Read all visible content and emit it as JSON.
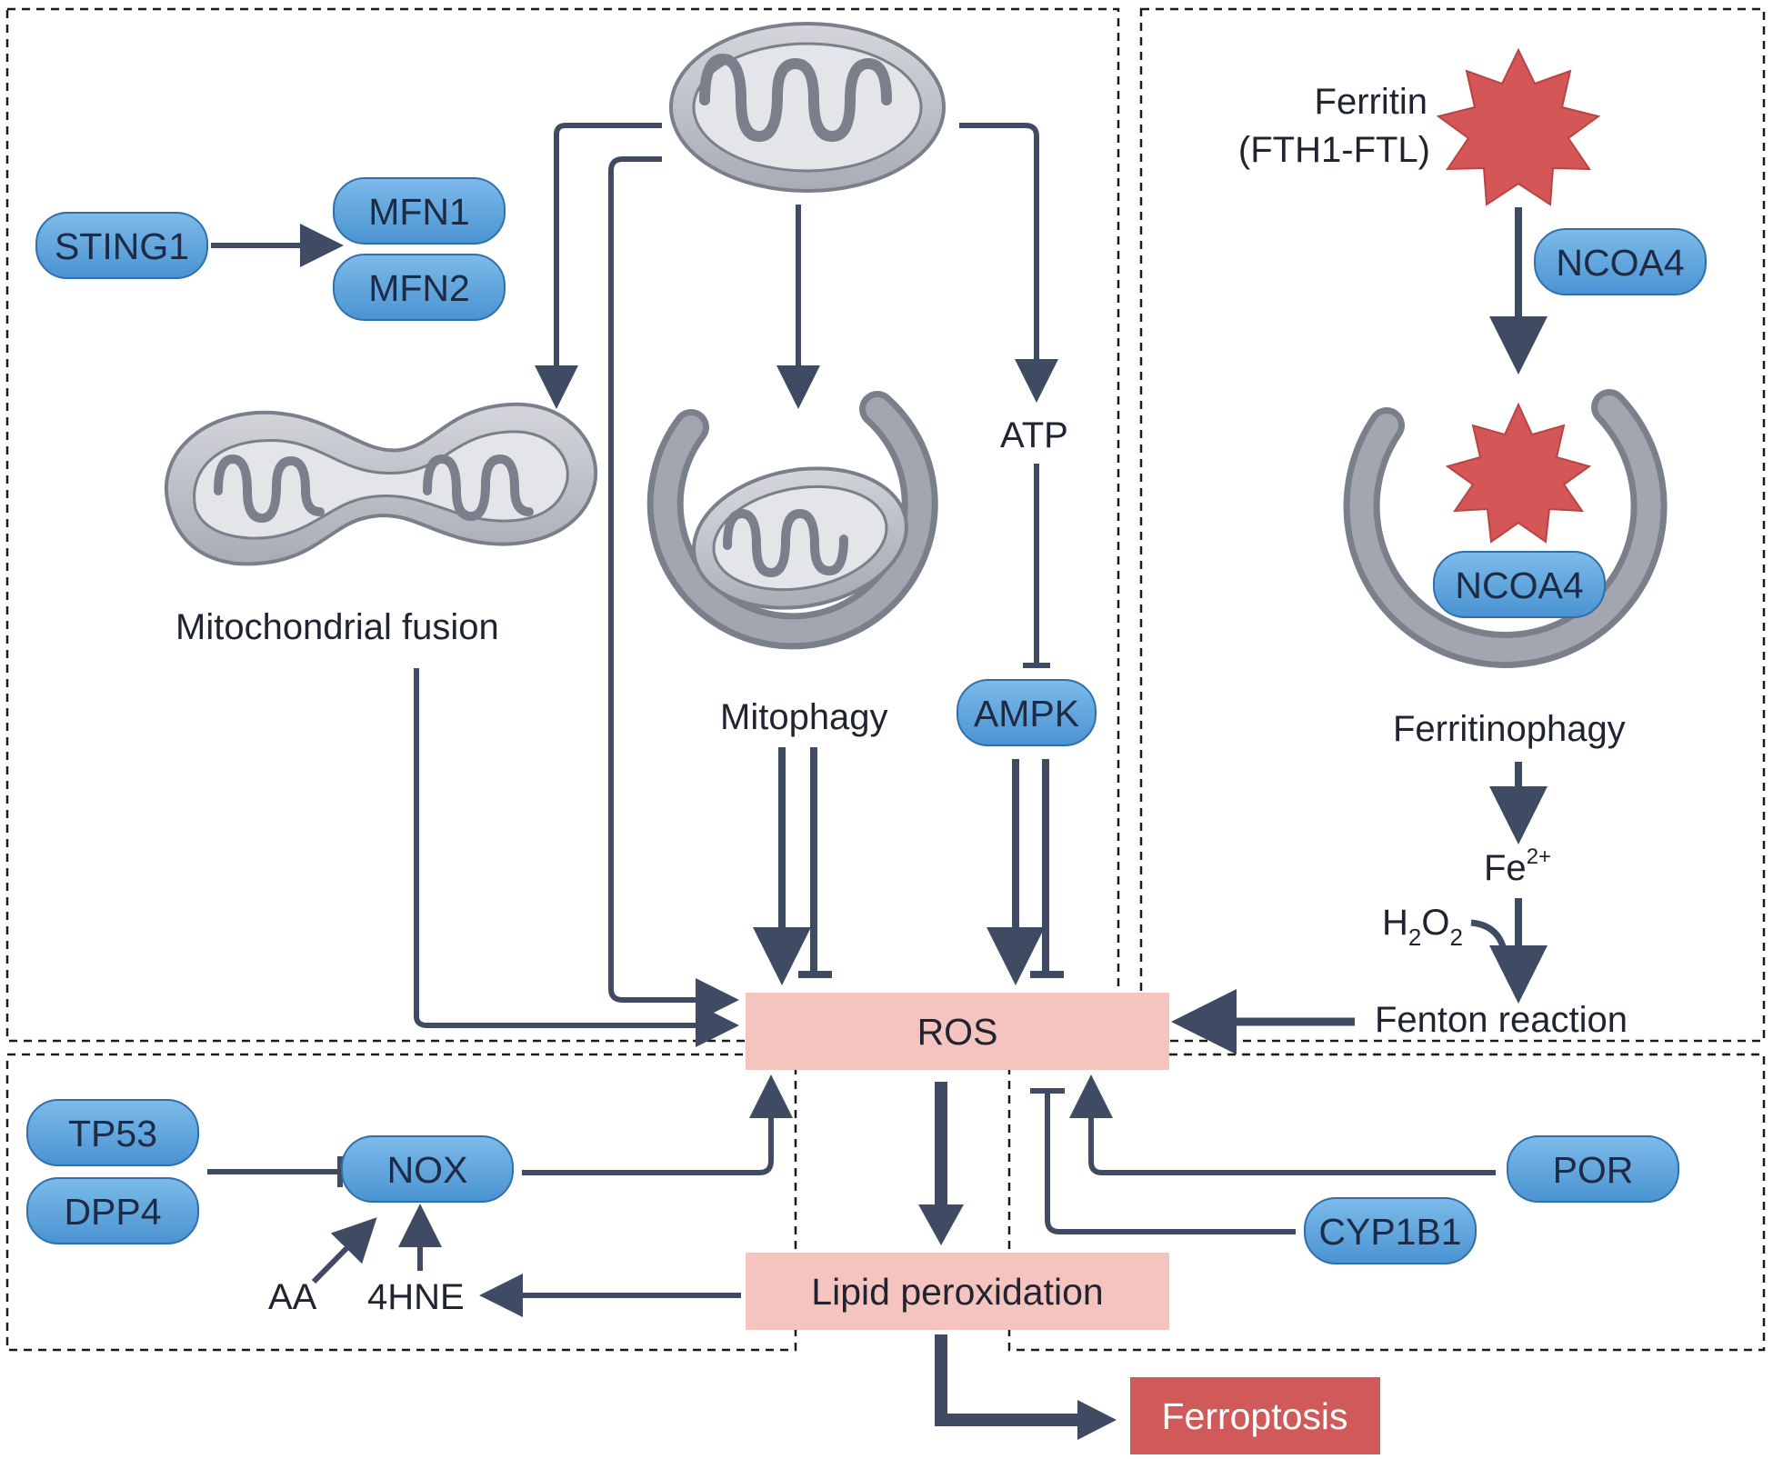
{
  "regions": {
    "top_left": "",
    "top_right": "",
    "bottom_left": "",
    "bottom_right": ""
  },
  "labels": {
    "mitochondrial_fusion": "Mitochondrial fusion",
    "mitophagy": "Mitophagy",
    "atp": "ATP",
    "ferritin": "Ferritin",
    "ferritin_sub": "(FTH1-FTL)",
    "ferritinophagy": "Ferritinophagy",
    "fe": "Fe",
    "fe_sup": "2+",
    "h2o2_h": "H",
    "h2o2_2a": "2",
    "h2o2_o": "O",
    "h2o2_2b": "2",
    "fenton": "Fenton reaction",
    "aa": "AA",
    "hne": "4HNE"
  },
  "proteins": {
    "sting1": "STING1",
    "mfn1": "MFN1",
    "mfn2": "MFN2",
    "ampk": "AMPK",
    "ncoa4_top": "NCOA4",
    "ncoa4_inner": "NCOA4",
    "tp53": "TP53",
    "dpp4": "DPP4",
    "nox": "NOX",
    "por": "POR",
    "cyp1b1": "CYP1B1"
  },
  "boxes": {
    "ros": "ROS",
    "lipid_peroxidation": "Lipid peroxidation",
    "ferroptosis": "Ferroptosis"
  },
  "colors": {
    "pill_fill": "#5ba4de",
    "box_fill": "#f6c4bf",
    "ferroptosis_fill": "#d05a5a",
    "ferritin_fill": "#d45656",
    "mito_fill": "#c4c6cc",
    "arrow": "#3f4a63"
  }
}
